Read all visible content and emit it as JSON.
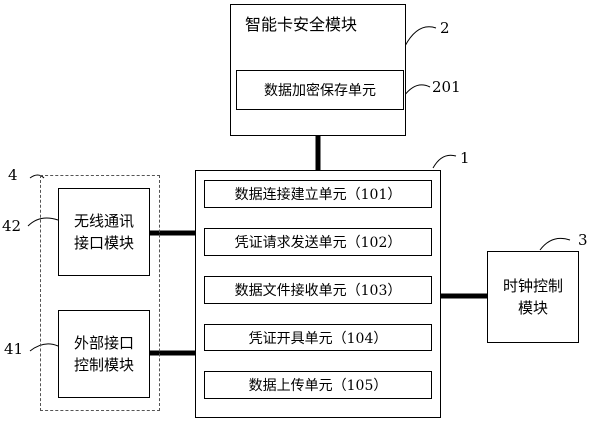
{
  "smart_card_module": {
    "title": "智能卡安全模块",
    "ref": "2",
    "unit": {
      "label": "数据加密保存单元",
      "ref": "201"
    }
  },
  "main_module": {
    "ref": "1",
    "units": [
      {
        "label": "数据连接建立单元（101）"
      },
      {
        "label": "凭证请求发送单元（102）"
      },
      {
        "label": "数据文件接收单元（103）"
      },
      {
        "label": "凭证开具单元（104）"
      },
      {
        "label": "数据上传单元（105）"
      }
    ]
  },
  "interface_group": {
    "ref": "4",
    "wireless": {
      "line1": "无线通讯",
      "line2": "接口模块",
      "ref": "42"
    },
    "external": {
      "line1": "外部接口",
      "line2": "控制模块",
      "ref": "41"
    }
  },
  "clock_module": {
    "line1": "时钟控制",
    "line2": "模块",
    "ref": "3"
  }
}
